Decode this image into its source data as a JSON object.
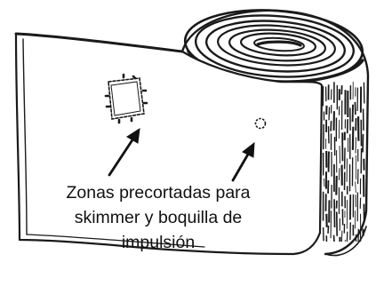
{
  "caption": {
    "line1": "Zonas precortadas para",
    "line2": "skimmer y boquilla de",
    "line3": "impulsión"
  },
  "colors": {
    "ink": "#1a1a1a",
    "background": "#ffffff"
  }
}
